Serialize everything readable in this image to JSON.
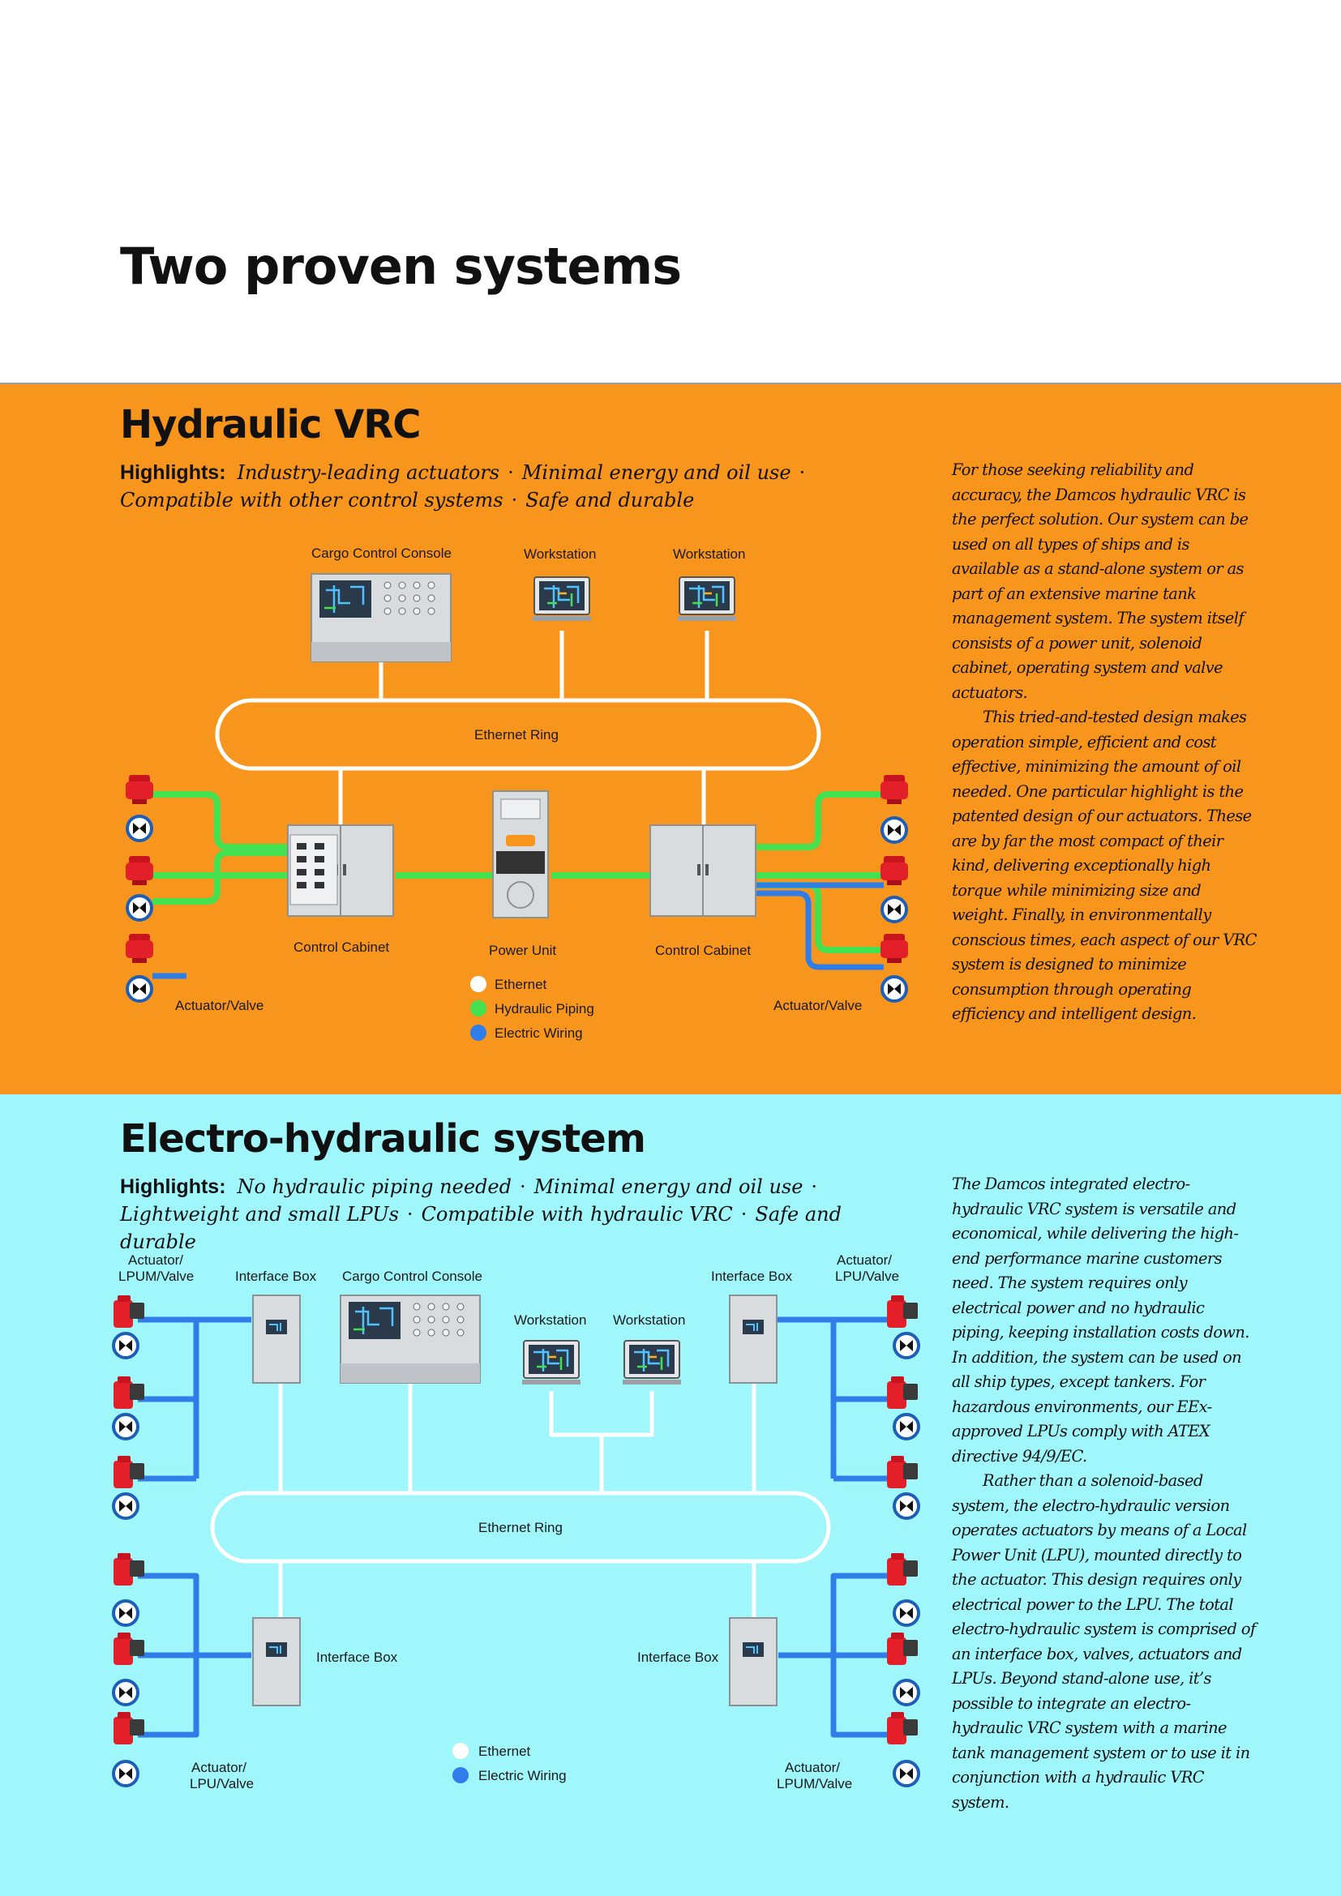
{
  "page": {
    "title": "Two proven systems"
  },
  "hydraulic": {
    "title": "Hydraulic VRC",
    "highlights_label": "Highlights:",
    "highlights": [
      "Industry-leading actuators",
      "Minimal energy and oil use",
      "Compatible with other control systems",
      "Safe and durable"
    ],
    "body": [
      "For those seeking reliability and accuracy, the Damcos hydraulic VRC is the perfect solution. Our system can be used on all types of ships and is available as a stand-alone system or as part of an extensive marine tank management system. The system itself consists of a power unit, solenoid cabinet, operating system and valve actuators.",
      "This tried-and-tested design makes operation simple, efficient and cost effective, minimizing the amount of oil needed. One particular highlight is the patented design of our actuators. These are by far the most compact of their kind, delivering exceptionally high torque while minimizing size and weight. Finally, in environmentally conscious times, each aspect of our VRC system is designed to minimize consumption through operating efficiency and intelligent design."
    ],
    "diagram": {
      "cargo_console": "Cargo Control Console",
      "workstation": "Workstation",
      "ring": "Ethernet Ring",
      "control_cabinet": "Control Cabinet",
      "power_unit": "Power Unit",
      "actuator_valve": "Actuator/Valve",
      "legend": [
        "Ethernet",
        "Hydraulic Piping",
        "Electric Wiring"
      ]
    }
  },
  "electro": {
    "title": "Electro-hydraulic system",
    "highlights_label": "Highlights:",
    "highlights": [
      "No hydraulic piping needed",
      "Minimal energy and oil use",
      "Lightweight and small LPUs",
      "Compatible with hydraulic VRC",
      "Safe and durable"
    ],
    "body": [
      "The Damcos integrated electro-hydraulic VRC system is versatile and economical, while delivering the high-end performance marine customers need. The system requires only electrical power and no hydraulic piping, keeping installation costs down. In addition, the system can be used on all ship types, except tankers. For hazardous environments, our EEx-approved LPUs comply with ATEX directive 94/9/EC.",
      "Rather than a solenoid-based system, the electro-hydraulic version operates actuators by means of a Local Power Unit (LPU), mounted directly to the actuator. This design requires only electrical power to the LPU. The total electro-hydraulic system is comprised of an interface box, valves, actuators and LPUs. Beyond stand-alone use, it’s possible to integrate an electro-hydraulic VRC system with a marine tank management system or to use it in conjunction with a hydraulic VRC system."
    ],
    "diagram": {
      "actuator_lpum_line1": "Actuator/",
      "actuator_lpum_line2": "LPUM/Valve",
      "actuator_lpu_line1": "Actuator/",
      "actuator_lpu_line2": "LPU/Valve",
      "interface_box": "Interface Box",
      "cargo_console": "Cargo Control Console",
      "workstation": "Workstation",
      "ring": "Ethernet Ring",
      "legend": [
        "Ethernet",
        "Electric Wiring"
      ]
    }
  },
  "colors": {
    "orange": "#f8951d",
    "cyan": "#9ff6fb",
    "hydraulic": "#43e04f",
    "electric": "#2f7de8",
    "ethernet": "#ffffff",
    "actuator": "#e3202a"
  }
}
